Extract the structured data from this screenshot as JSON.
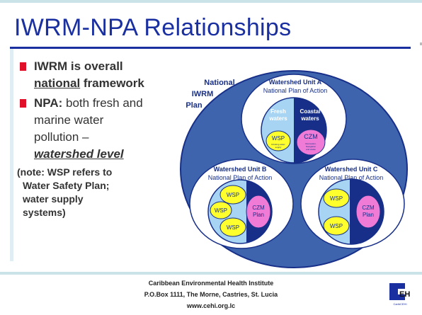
{
  "title": "IWRM-NPA Relationships",
  "bullets": {
    "b1_line1": "IWRM is overall",
    "b1_word": "national",
    "b1_line2_rest": " framework",
    "b2_bold": "NPA:",
    "b2_line1_rest": " both fresh and",
    "b2_line2": "marine water",
    "b2_line3": "pollution –",
    "b2_line4": "watershed level"
  },
  "note": {
    "line1": "(note: WSP refers to",
    "line2": "Water Safety Plan;",
    "line3": "water supply",
    "line4": "systems)"
  },
  "diagram": {
    "outer_line1": "National",
    "outer_line2": "IWRM",
    "outer_line3": "Plan",
    "unit_a_title": "Watershed Unit A",
    "unit_a_sub": "National Plan of Action",
    "fresh_1": "Fresh",
    "fresh_2": "waters",
    "coastal_1": "Coastal",
    "coastal_2": "waters",
    "wsp": "WSP",
    "wsp_small_1": "Drinking water",
    "wsp_small_2": "supply",
    "czm": "CZM",
    "czm_small_1": "Recreation,",
    "czm_small_2": "Navigation",
    "czm_small_3": "and waste",
    "unit_b_title": "Watershed Unit B",
    "unit_b_sub": "National Plan of Action",
    "unit_c_title": "Watershed Unit C",
    "unit_c_sub": "National Plan of Action",
    "czm_plan_1": "CZM",
    "czm_plan_2": "Plan"
  },
  "footer": {
    "line1": "Caribbean Environmental Health Institute",
    "line2": "P.O.Box 1111, The Morne, Castries, St. Lucia",
    "line3": "www.cehi.org.lc"
  },
  "logo": {
    "text": "EH",
    "small": "CaribCEHI"
  },
  "colors": {
    "title": "#1a2fa0",
    "bullet_square": "#e0102b",
    "outer_fill": "#3e64ae",
    "navy": "#172f88",
    "light_blue": "#a7d4f2",
    "wsp_yellow": "#ffff2e",
    "czm_pink": "#f07bd6"
  }
}
